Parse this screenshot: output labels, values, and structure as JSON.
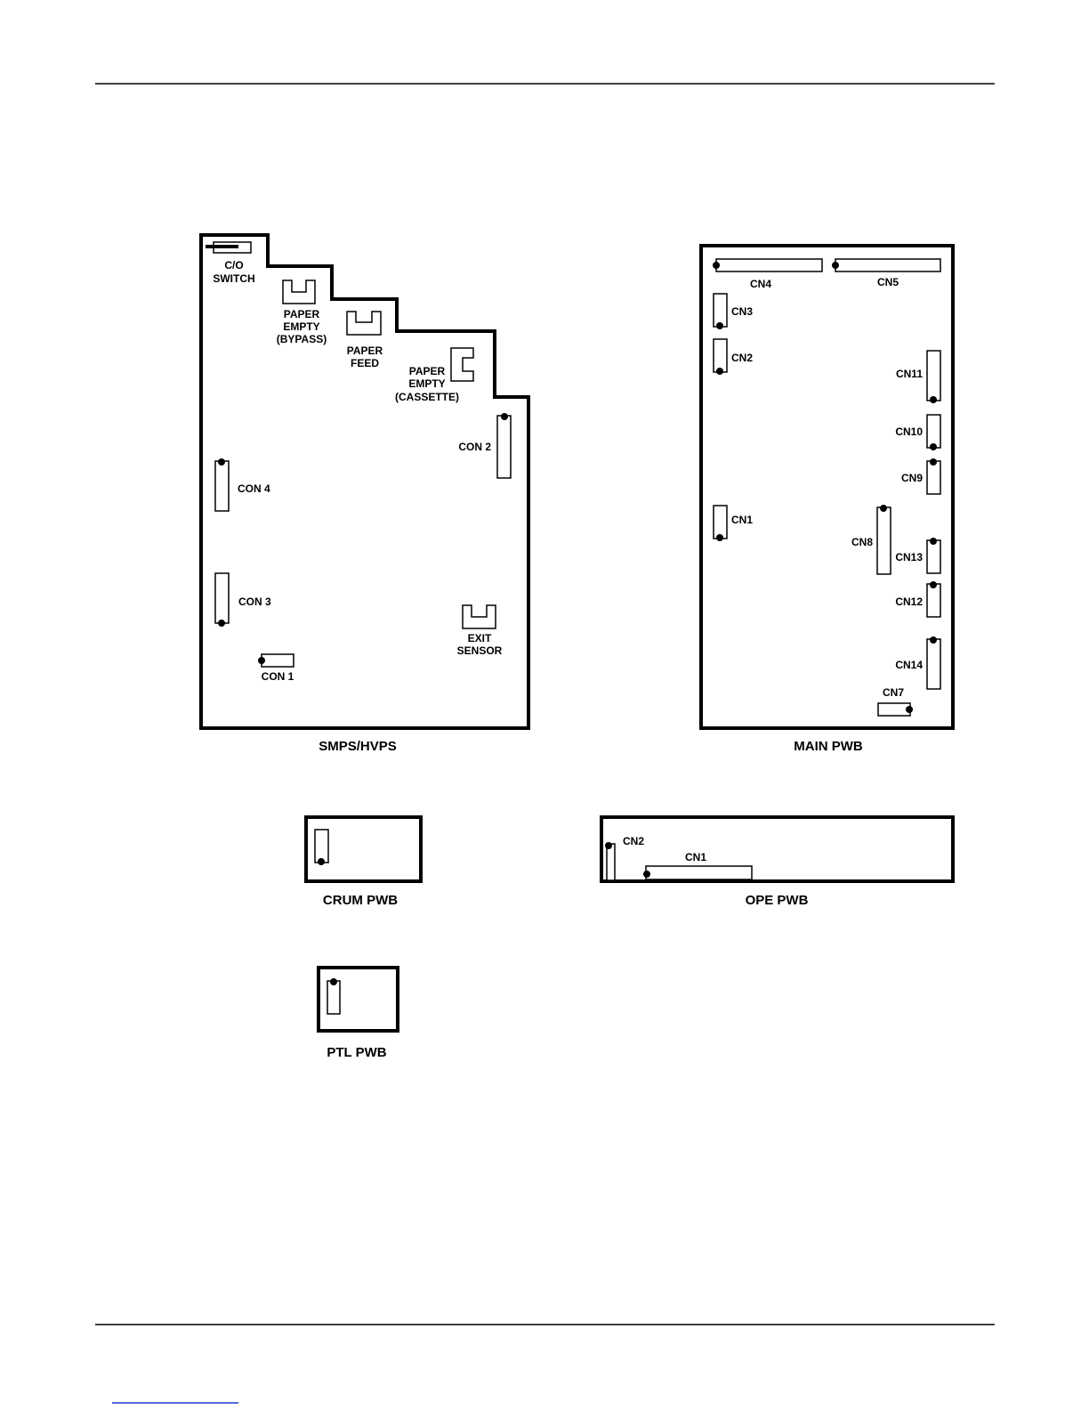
{
  "boards": {
    "smps": {
      "title": "SMPS/HVPS",
      "co_switch": [
        "C/O",
        "SWITCH"
      ],
      "paper_empty_bypass": [
        "PAPER",
        "EMPTY",
        "(BYPASS)"
      ],
      "paper_feed": [
        "PAPER",
        "FEED"
      ],
      "paper_empty_cassette": [
        "PAPER",
        "EMPTY",
        "(CASSETTE)"
      ],
      "con2": "CON 2",
      "con4": "CON 4",
      "con3": "CON 3",
      "con1": "CON 1",
      "exit_sensor": [
        "EXIT",
        "SENSOR"
      ]
    },
    "main": {
      "title": "MAIN PWB",
      "cn4": "CN4",
      "cn5": "CN5",
      "cn3": "CN3",
      "cn2": "CN2",
      "cn11": "CN11",
      "cn10": "CN10",
      "cn9": "CN9",
      "cn1": "CN1",
      "cn8": "CN8",
      "cn13": "CN13",
      "cn12": "CN12",
      "cn14": "CN14",
      "cn7": "CN7"
    },
    "crum": {
      "title": "CRUM PWB"
    },
    "ope": {
      "title": "OPE PWB",
      "cn2": "CN2",
      "cn1": "CN1"
    },
    "ptl": {
      "title": "PTL PWB"
    }
  }
}
